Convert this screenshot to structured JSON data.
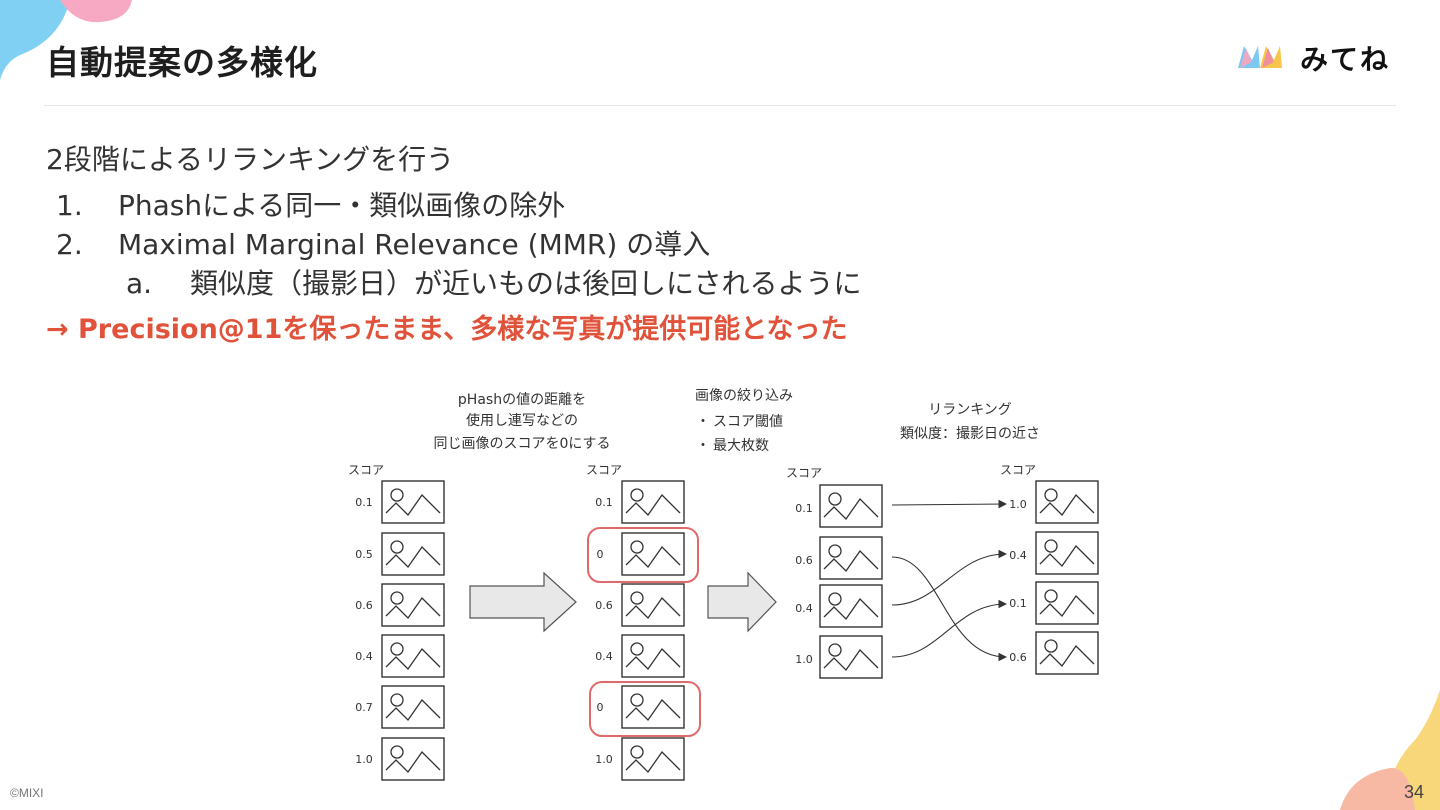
{
  "slide": {
    "title": "自動提案の多様化",
    "intro": "2段階によるリランキングを行う",
    "items": [
      {
        "num": "1.",
        "text": "Phashによる同一・類似画像の除外"
      },
      {
        "num": "2.",
        "text": "Maximal Marginal Relevance (MMR) の導入"
      }
    ],
    "subitem": {
      "num": "a.",
      "text": "類似度（撮影日）が近いものは後回しにされるように"
    },
    "result": "→ Precision@11を保った​まま、多様な写真が提供可能となった",
    "page_number": "34",
    "copyright": "©MIXI"
  },
  "brand": {
    "name": "みてね",
    "colors": [
      "#f6a6c1",
      "#7cc8f0",
      "#f6c64a",
      "#f08aa6"
    ]
  },
  "diagram": {
    "step1_caption": [
      "pHashの値の距離を",
      "使用し連写などの",
      "同じ画像のスコアを0にする"
    ],
    "step2_caption": "画像の絞り込み",
    "step2_bullets": [
      "スコア閾値",
      "最大枚数"
    ],
    "step3_caption": [
      "リランキング",
      "類似度：撮影日の近さ"
    ],
    "score_label": "スコア",
    "col1_scores": [
      "0.1",
      "0.5",
      "0.6",
      "0.4",
      "0.7",
      "1.0"
    ],
    "col2_scores": [
      "0.1",
      "0",
      "0.6",
      "0.4",
      "0",
      "1.0"
    ],
    "col3_scores": [
      "0.1",
      "0.6",
      "0.4",
      "1.0"
    ],
    "col4_scores": [
      "1.0",
      "0.4",
      "0.1",
      "0.6"
    ],
    "highlight_color": "#e06a6a",
    "arrow_fill": "#e8e8e8"
  }
}
